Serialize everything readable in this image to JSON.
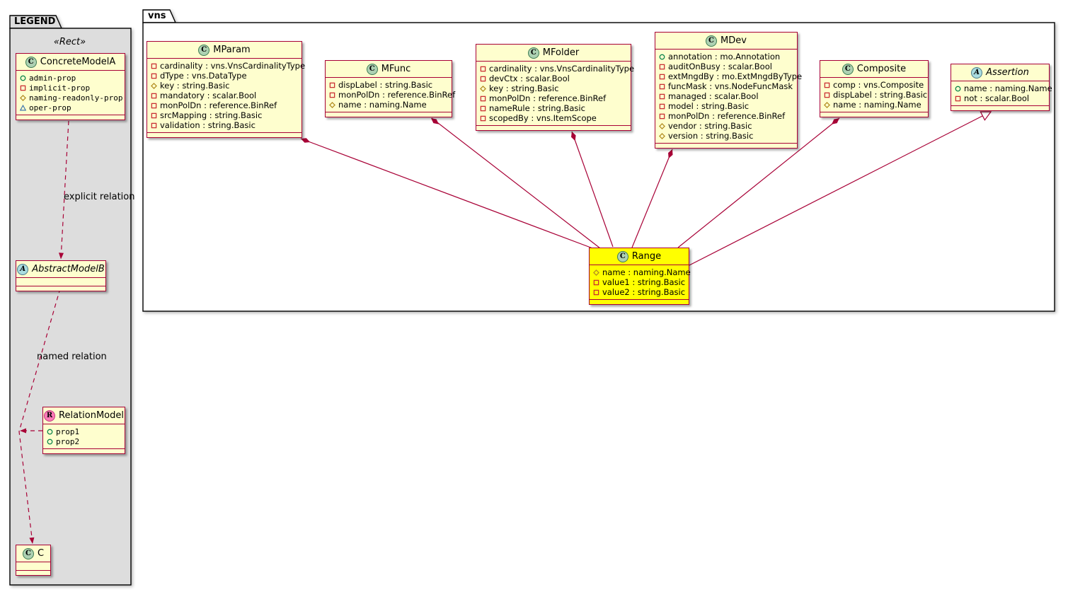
{
  "colors": {
    "line": "#A80036",
    "class_bg": "#FEFECE",
    "range_bg": "#FFFF00",
    "legend_bg": "#DDDDDD",
    "icon_class_bg": "#ADD1B2",
    "icon_abstract_bg": "#A9DCDF",
    "icon_relation_bg": "#FF7AB8",
    "vis_private": "#C82930",
    "vis_protected": "#B38D22",
    "vis_public": "#038048",
    "vis_package": "#4177AF"
  },
  "legend": {
    "title": "LEGEND",
    "stereotype": "«Rect»",
    "classes": [
      {
        "name": "ConcreteModelA",
        "icon": "C",
        "abstract": false,
        "attrs": [
          {
            "vis": "public",
            "text": "admin-prop"
          },
          {
            "vis": "private",
            "text": "implicit-prop"
          },
          {
            "vis": "protected",
            "text": "naming-readonly-prop"
          },
          {
            "vis": "package",
            "text": "oper-prop"
          }
        ]
      },
      {
        "name": "AbstractModelB",
        "icon": "A",
        "abstract": true,
        "attrs": []
      },
      {
        "name": "RelationModel",
        "icon": "R",
        "abstract": false,
        "attrs": [
          {
            "vis": "public",
            "text": "prop1"
          },
          {
            "vis": "public",
            "text": "prop2"
          }
        ]
      },
      {
        "name": "C",
        "icon": "C",
        "abstract": false,
        "attrs": []
      }
    ]
  },
  "vns": {
    "title": "vns",
    "classes": [
      {
        "name": "MParam",
        "icon": "C",
        "abstract": false,
        "attrs": [
          {
            "vis": "private",
            "text": "cardinality : vns.VnsCardinalityType"
          },
          {
            "vis": "private",
            "text": "dType : vns.DataType"
          },
          {
            "vis": "protected",
            "text": "key : string.Basic"
          },
          {
            "vis": "private",
            "text": "mandatory : scalar.Bool"
          },
          {
            "vis": "private",
            "text": "monPolDn : reference.BinRef"
          },
          {
            "vis": "private",
            "text": "srcMapping : string.Basic"
          },
          {
            "vis": "private",
            "text": "validation : string.Basic"
          }
        ]
      },
      {
        "name": "MFunc",
        "icon": "C",
        "abstract": false,
        "attrs": [
          {
            "vis": "private",
            "text": "dispLabel : string.Basic"
          },
          {
            "vis": "private",
            "text": "monPolDn : reference.BinRef"
          },
          {
            "vis": "protected",
            "text": "name : naming.Name"
          }
        ]
      },
      {
        "name": "MFolder",
        "icon": "C",
        "abstract": false,
        "attrs": [
          {
            "vis": "private",
            "text": "cardinality : vns.VnsCardinalityType"
          },
          {
            "vis": "private",
            "text": "devCtx : scalar.Bool"
          },
          {
            "vis": "protected",
            "text": "key : string.Basic"
          },
          {
            "vis": "private",
            "text": "monPolDn : reference.BinRef"
          },
          {
            "vis": "private",
            "text": "nameRule : string.Basic"
          },
          {
            "vis": "private",
            "text": "scopedBy : vns.ItemScope"
          }
        ]
      },
      {
        "name": "MDev",
        "icon": "C",
        "abstract": false,
        "attrs": [
          {
            "vis": "public",
            "text": "annotation : mo.Annotation"
          },
          {
            "vis": "private",
            "text": "auditOnBusy : scalar.Bool"
          },
          {
            "vis": "private",
            "text": "extMngdBy : mo.ExtMngdByType"
          },
          {
            "vis": "private",
            "text": "funcMask : vns.NodeFuncMask"
          },
          {
            "vis": "private",
            "text": "managed : scalar.Bool"
          },
          {
            "vis": "private",
            "text": "model : string.Basic"
          },
          {
            "vis": "private",
            "text": "monPolDn : reference.BinRef"
          },
          {
            "vis": "protected",
            "text": "vendor : string.Basic"
          },
          {
            "vis": "protected",
            "text": "version : string.Basic"
          }
        ]
      },
      {
        "name": "Composite",
        "icon": "C",
        "abstract": false,
        "attrs": [
          {
            "vis": "private",
            "text": "comp : vns.Composite"
          },
          {
            "vis": "private",
            "text": "dispLabel : string.Basic"
          },
          {
            "vis": "protected",
            "text": "name : naming.Name"
          }
        ]
      },
      {
        "name": "Assertion",
        "icon": "A",
        "abstract": true,
        "attrs": [
          {
            "vis": "public",
            "text": "name : naming.Name"
          },
          {
            "vis": "private",
            "text": "not : scalar.Bool"
          }
        ]
      },
      {
        "name": "Range",
        "icon": "C",
        "abstract": false,
        "highlight": true,
        "attrs": [
          {
            "vis": "protected",
            "text": "name : naming.Name"
          },
          {
            "vis": "private",
            "text": "value1 : string.Basic"
          },
          {
            "vis": "private",
            "text": "value2 : string.Basic"
          }
        ]
      }
    ]
  },
  "relationships": {
    "legend": [
      {
        "from": "ConcreteModelA",
        "to": "AbstractModelB",
        "type": "dashed-arrow",
        "label": "explicit relation"
      },
      {
        "from": "AbstractModelB",
        "to": "C",
        "type": "dashed-arrow",
        "label": "named relation"
      },
      {
        "from": "RelationModel",
        "to": "named-relation-line",
        "type": "dashed-arrow",
        "label": ""
      }
    ],
    "vns": [
      {
        "from": "MParam",
        "to": "Range",
        "type": "composition"
      },
      {
        "from": "MFunc",
        "to": "Range",
        "type": "composition"
      },
      {
        "from": "MFolder",
        "to": "Range",
        "type": "composition"
      },
      {
        "from": "MDev",
        "to": "Range",
        "type": "composition"
      },
      {
        "from": "Composite",
        "to": "Range",
        "type": "composition"
      },
      {
        "from": "Range",
        "to": "Assertion",
        "type": "generalization"
      }
    ]
  }
}
